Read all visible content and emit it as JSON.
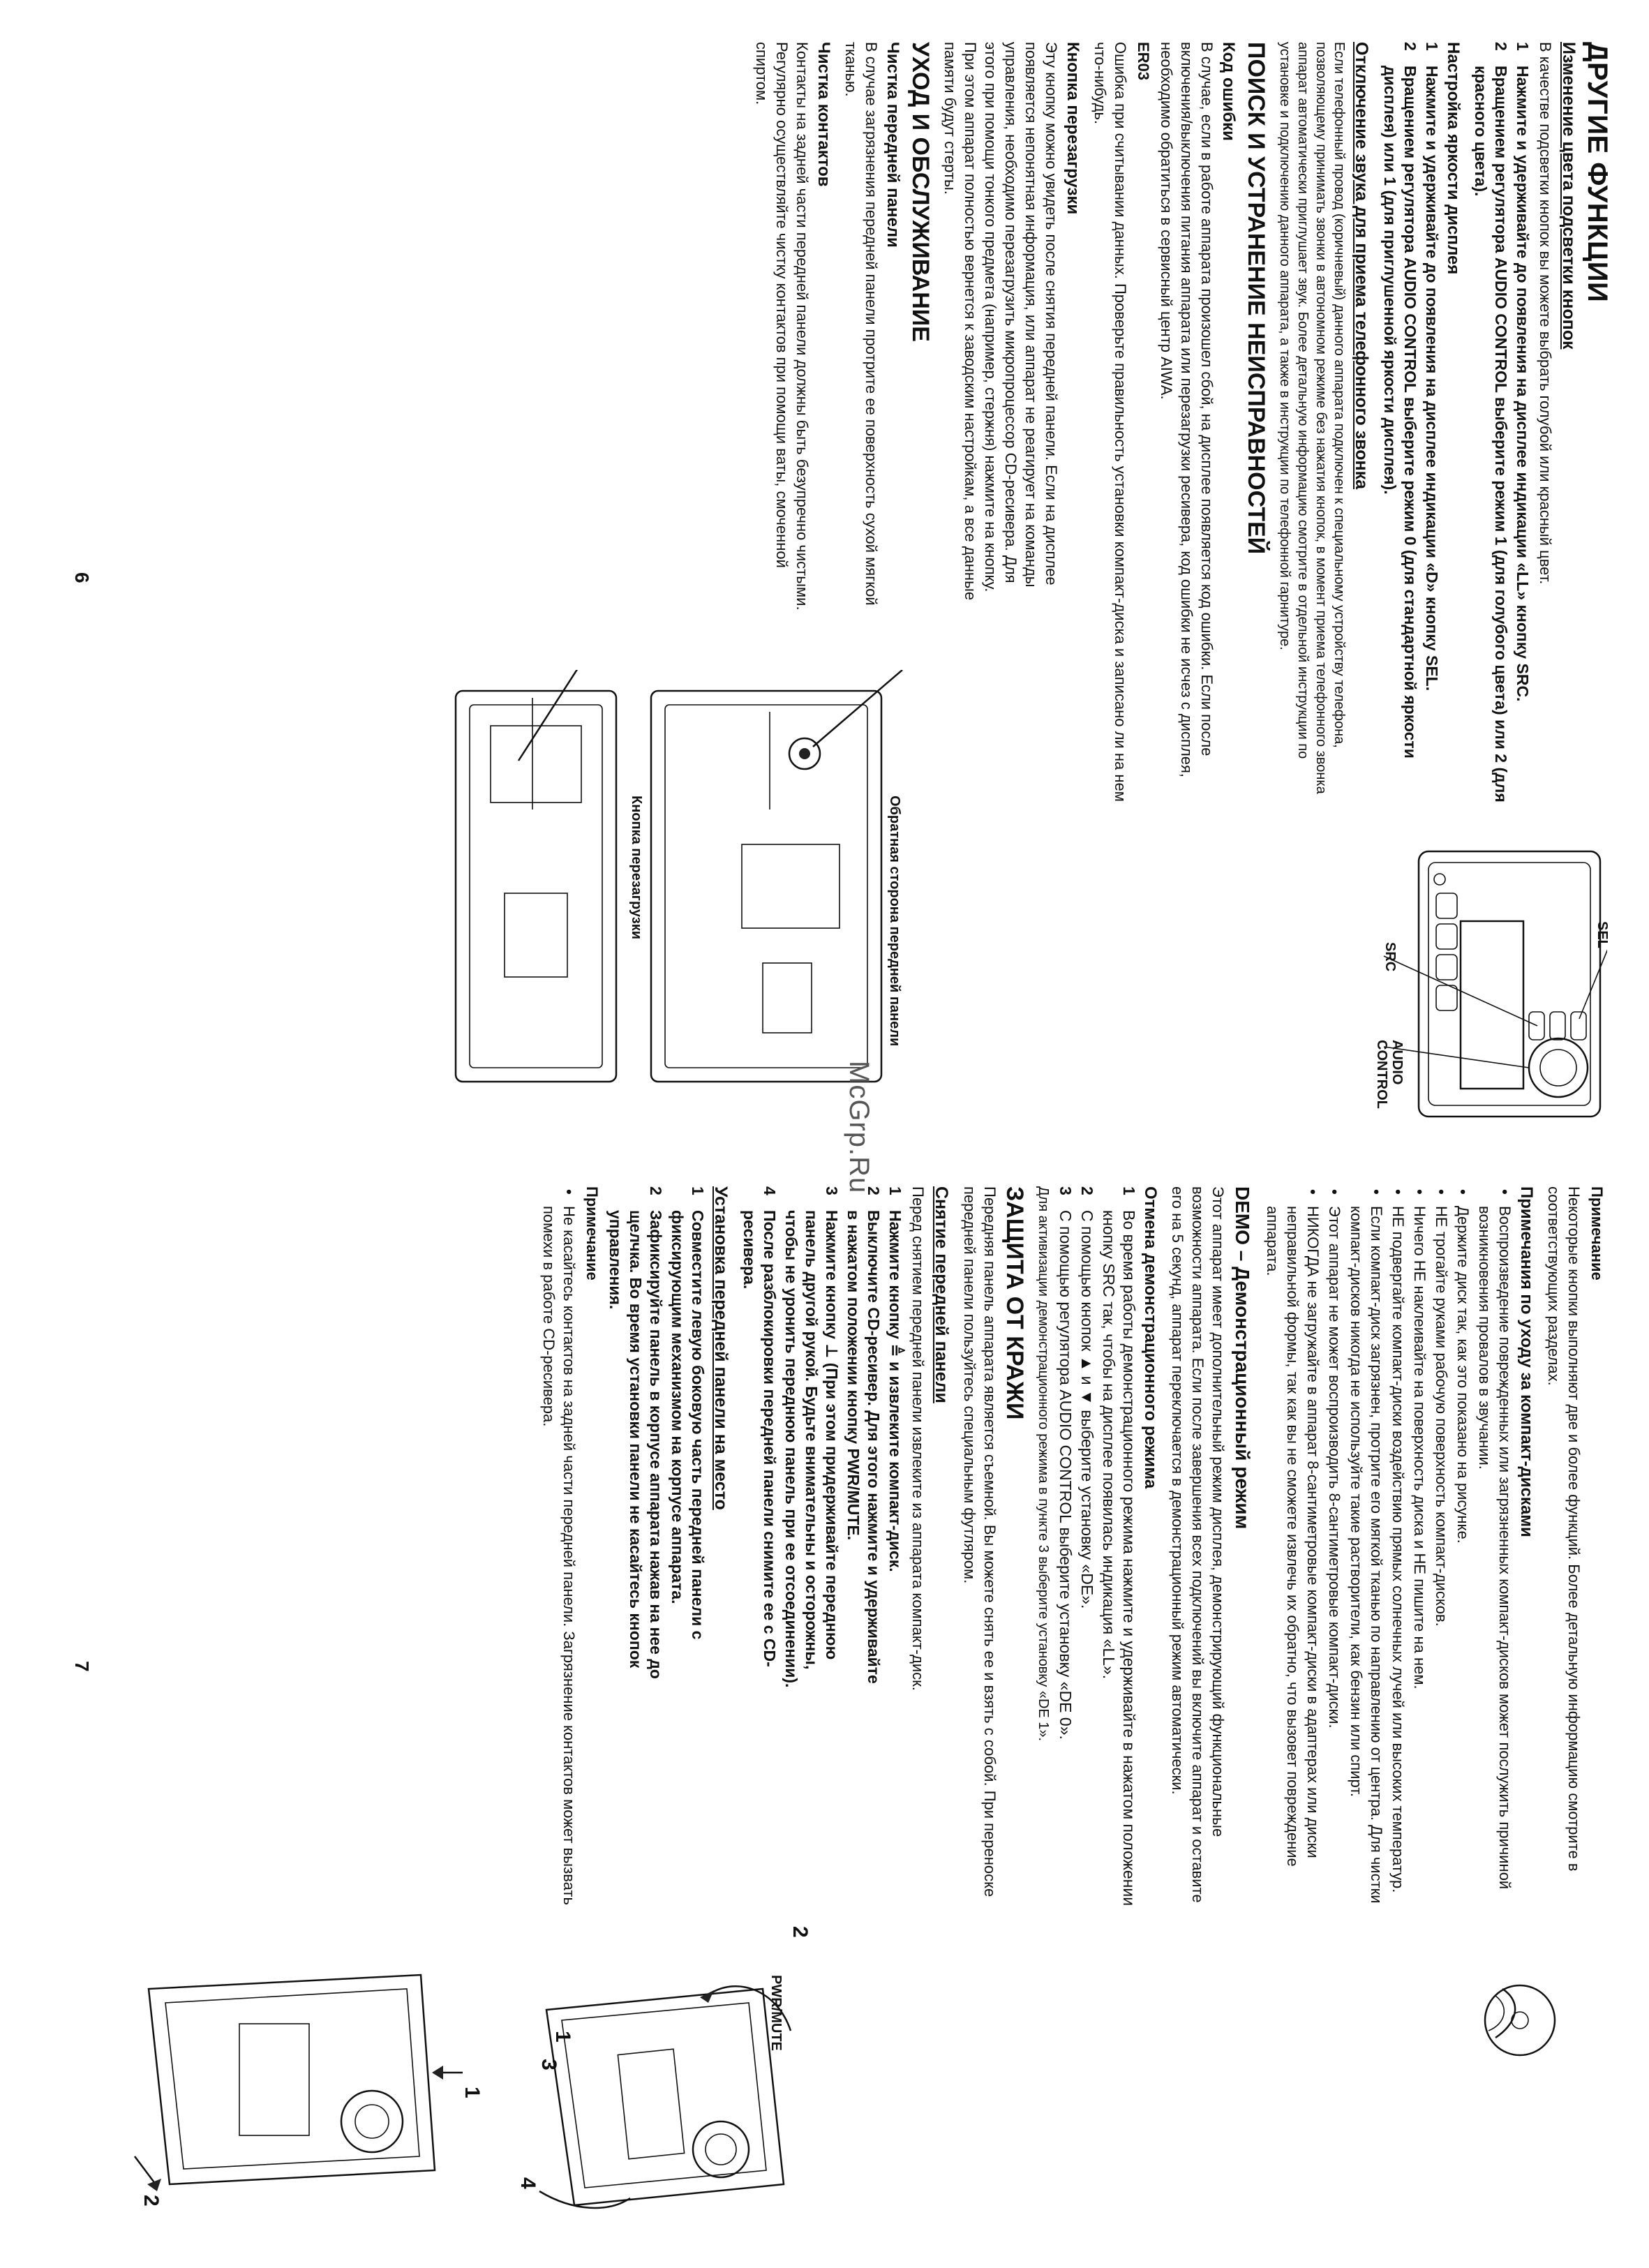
{
  "watermark": "McGrp.Ru",
  "left_page": {
    "page_number": "6",
    "title": "ДРУГИЕ ФУНКЦИИ",
    "figure_labels": {
      "sel": "SEL",
      "src": "SRC",
      "audio": "AUDIO",
      "control": "CONTROL"
    },
    "button_color": {
      "heading": "Изменение цвета подсветки кнопок",
      "intro": "В качестве подсветки кнопок вы можете выбрать голубой или красный цвет.",
      "steps": [
        "Нажмите и удерживайте до появления на дисплее индикации «LL» кнопку SRC.",
        "Вращением регулятора AUDIO CONTROL выберите режим 1 (для голубого цвета) или 2 (для красного цвета)."
      ]
    },
    "brightness": {
      "heading": "Настройка яркости дисплея",
      "steps": [
        "Нажмите и удерживайте до появления на дисплее индикации «D» кнопку SEL.",
        "Вращением регулятора AUDIO CONTROL выберите режим 0 (для стандартной яркости дисплея) или 1 (для приглушенной яркости дисплея)."
      ]
    },
    "phone_mute": {
      "heading": "Отключение звука для приема телефонного звонка",
      "text": "Если телефонный провод (коричневый) данного аппарата подключен к специальному устройству телефона, позволяющему принимать звонки в автономном режиме без нажатия кнопок, в момент приема телефонного звонка аппарат автоматически приглушает звук. Более детальную информацию смотрите в отдельной инструкции по установке и подключению данного аппарата, а также в инструкции по телефонной гарнитуре."
    },
    "troubleshooting": {
      "title": "ПОИСК И УСТРАНЕНИЕ НЕИСПРАВНОСТЕЙ",
      "error_heading": "Код ошибки",
      "error_text": "В случае, если в работе аппарата произошел сбой, на дисплее появляется код ошибки. Если после включения/выключения питания аппарата или перезагрузки ресивера, код ошибки не исчез с дисплея, необходимо обратиться в сервисный центр AIWA.",
      "er_code": "ER03",
      "er_text": "Ошибка при считывании данных. Проверьте правильность установки компакт-диска и записано ли на нем что-нибудь.",
      "reset_heading": "Кнопка перезагрузки",
      "reset_text": "Эту кнопку можно увидеть после снятия передней панели. Если на дисплее появляется непонятная информация, или аппарат не реагирует на команды управления, необходимо перезагрузить микропроцессор CD-ресивера. Для этого при помощи тонкого предмета (например, стержня) нажмите на кнопку. При этом аппарат полностью вернется к заводским настройкам, а все данные памяти будут стерты."
    },
    "figure_captions": {
      "reset": "Кнопка перезагрузки",
      "back": "Обратная сторона передней панели"
    },
    "care": {
      "title": "УХОД И ОБСЛУЖИВАНИЕ",
      "panel_heading": "Чистка передней панели",
      "panel_text": "В случае загрязнения передней панели протрите ее поверхность сухой мягкой тканью.",
      "contacts_heading": "Чистка контактов",
      "contacts_text": "Контакты на задней части передней панели должны быть безупречно чистыми. Регулярно осуществляйте чистку контактов при помощи ваты, смоченной спиртом."
    }
  },
  "right_page": {
    "page_number": "7",
    "note_heading": "Примечание",
    "note_text": "Некоторые кнопки выполняют две и более функций. Более детальную информацию смотрите в соответствующих разделах.",
    "cd_care": {
      "heading": "Примечания по уходу за компакт-дисками",
      "items": [
        "Воспроизведение поврежденных или загрязненных компакт-дисков может послужить причиной возникновения провалов в звучании.",
        "Держите диск так, как это показано на рисунке.",
        "НЕ трогайте руками рабочую поверхность компакт-дисков.",
        "Ничего НЕ наклеивайте на поверхность диска и НЕ пишите на нем.",
        "НЕ подвергайте компакт-диски воздействию прямых солнечных лучей или высоких температур.",
        "Если компакт-диск загрязнен, протрите его мягкой тканью по направлению от центра. Для чистки компакт-дисков никогда не используйте такие растворители, как бензин или спирт.",
        "Этот аппарат не может воспроизводить 8-сантиметровые компакт-диски.",
        "НИКОГДА не загружайте в аппарат 8-сантиметровые компакт-диски в адаптерах или диски неправильной формы, так как вы не сможете извлечь их обратно, что вызовет повреждение аппарата."
      ]
    },
    "demo": {
      "heading": "DEMO – Демонстрационный режим",
      "text": "Этот аппарат имеет дополнительный режим дисплея, демонстрирующий функциональные возможности аппарата. Если после завершения всех подключений вы включите аппарат и оставите его на 5 секунд, аппарат переключается в демонстрационный режим автоматически.",
      "cancel_heading": "Отмена демонстрационного режима",
      "steps": [
        "Во время работы демонстрационного режима нажмите и удерживайте в нажатом положении кнопку SRC так, чтобы на дисплее появилась индикация «LL».",
        "С помощью кнопок ▲ и ▼ выберите установку «DE».",
        "С помощью регулятора AUDIO CONTROL выберите установку «DE 0»."
      ],
      "activate_text": "Для активизации демонстрационного режима в пункте 3 выберите установку «DE 1»."
    },
    "theft": {
      "title": "ЗАЩИТА ОТ КРАЖИ",
      "text": "Передняя панель аппарата является съемной. Вы можете снять ее и взять с собой. При переноске передней панели пользуйтесь специальным футляром."
    },
    "remove": {
      "heading": "Снятие передней панели",
      "intro": "Перед снятием передней панели извлеките из аппарата компакт-диск.",
      "steps": [
        "Нажмите кнопку ≜ и извлеките компакт-диск.",
        "Выключите CD-ресивер. Для этого нажмите и удерживайте в нажатом положении кнопку PWR/MUTE.",
        "Нажмите кнопку ⊥ (При этом придерживайте переднюю панель другой рукой. Будьте внимательны и осторожны, чтобы не уронить переднюю панель при ее отсоединении).",
        "После разблокировки передней панели снимите ее с CD-ресивера."
      ],
      "figure_label": "PWR/MUTE"
    },
    "install": {
      "heading": "Установка передней панели на место",
      "steps": [
        "Совместите левую боковую часть передней панели с фиксирующим механизмом на корпусе аппарата.",
        "Зафиксируйте панель в корпусе аппарата нажав на нее до щелчка. Во время установки панели не касайтесь кнопок управления."
      ],
      "note_heading": "Примечание",
      "note_text": "Не касайтесь контактов на задней части передней панели. Загрязнение контактов может вызвать помехи в работе CD-ресивера."
    },
    "figure_numbers": {
      "n1": "1",
      "n2": "2",
      "n3": "3",
      "n4": "4"
    }
  }
}
